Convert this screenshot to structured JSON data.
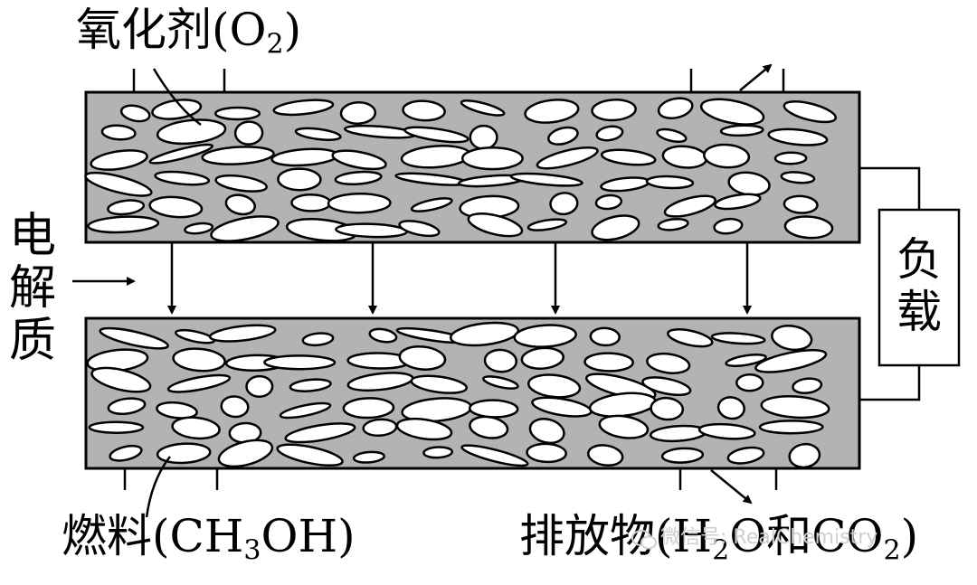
{
  "labels": {
    "oxidant_main": "氧化剂(O",
    "oxidant_sub": "2",
    "oxidant_end": ")",
    "fuel_main": "燃料(CH",
    "fuel_sub": "3",
    "fuel_end": "OH)",
    "exhaust_main": "排放物(H",
    "exhaust_sub1": "2",
    "exhaust_mid": "O和CO",
    "exhaust_sub2": "2",
    "exhaust_end": ")",
    "electrolyte_1": "电",
    "electrolyte_2": "解",
    "electrolyte_3": "质",
    "load_1": "负",
    "load_2": "载",
    "watermark": "微信号: RealChemistry"
  },
  "colors": {
    "electrode_fill": "#b3b3b3",
    "pore_fill": "#ffffff",
    "stroke": "#000000"
  },
  "icons": {
    "watermark": "wechat-icon"
  }
}
